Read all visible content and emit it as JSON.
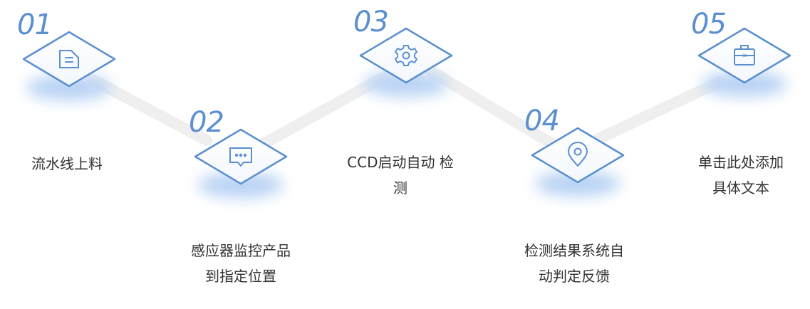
{
  "colors": {
    "accent": "#5b8fd0",
    "connector": "#efefef",
    "shadow": "#b9d3f4",
    "text": "#333333"
  },
  "steps": [
    {
      "number": "01",
      "icon": "folder-icon",
      "label": "流水线上料"
    },
    {
      "number": "02",
      "icon": "message-icon",
      "label": "感应器监控产品\n到指定位置"
    },
    {
      "number": "03",
      "icon": "gear-icon",
      "label": "CCD启动自动 检\n测"
    },
    {
      "number": "04",
      "icon": "location-icon",
      "label": "检测结果系统自\n动判定反馈"
    },
    {
      "number": "05",
      "icon": "briefcase-icon",
      "label": "单击此处添加\n具体文本"
    }
  ]
}
